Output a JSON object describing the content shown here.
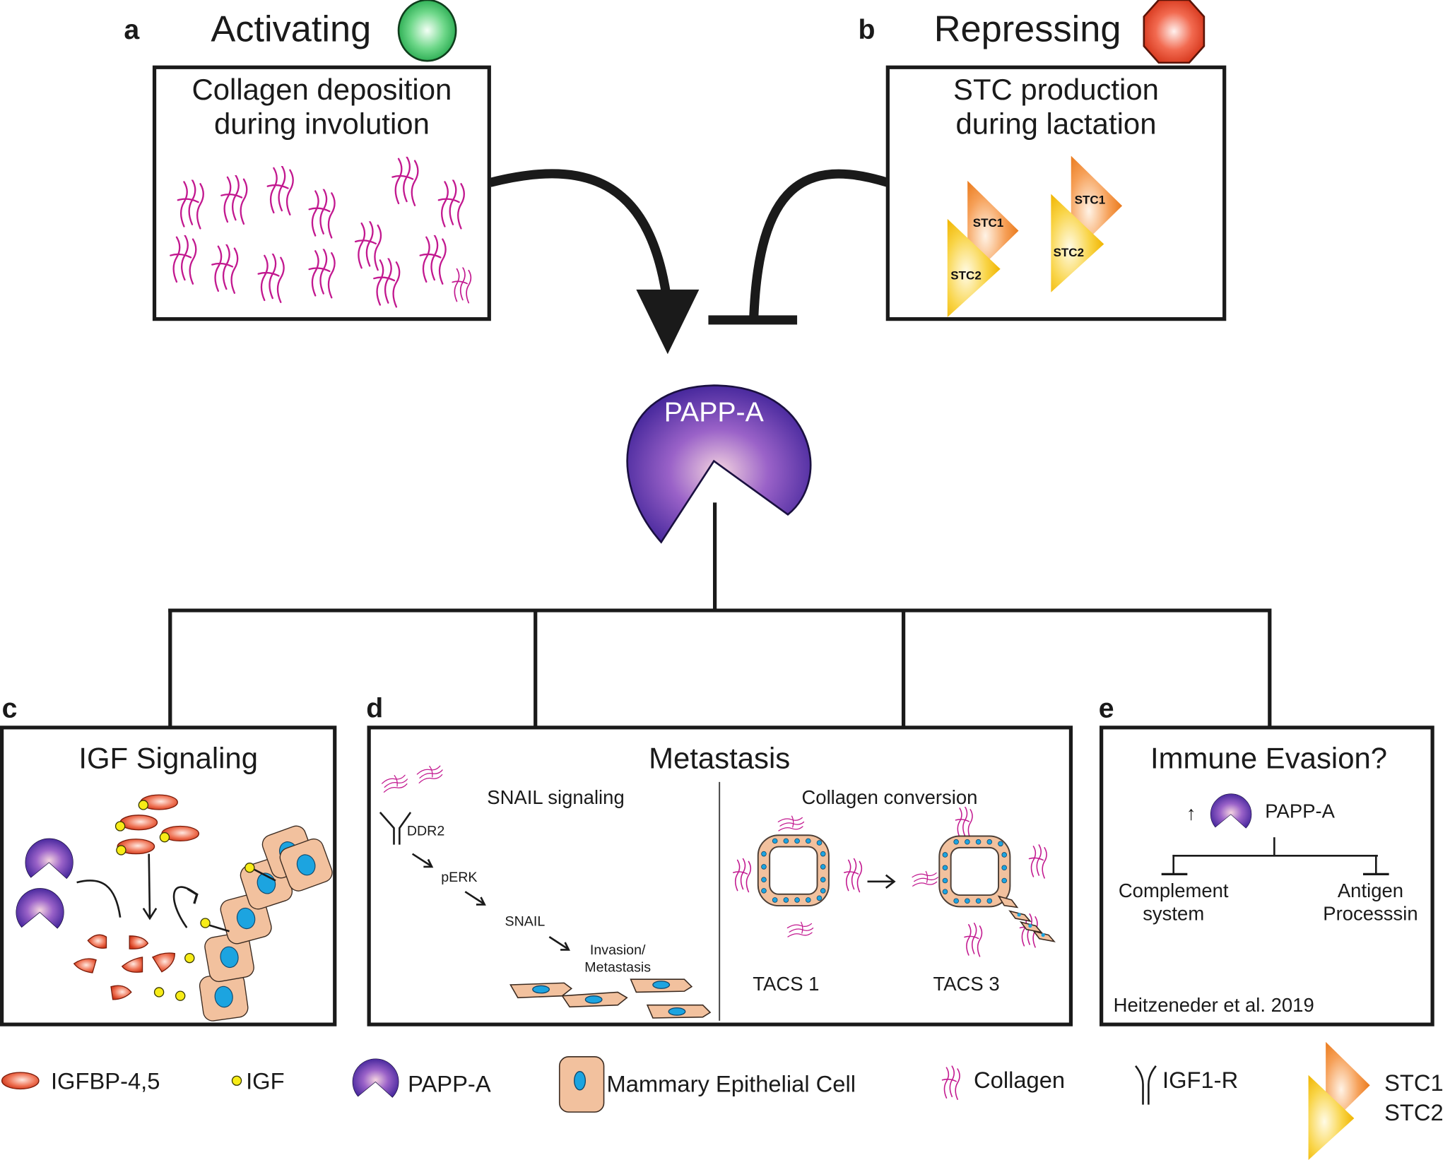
{
  "colors": {
    "activating": "#2fb85a",
    "repressing": "#e2452a",
    "pappa": "#4a2aa0",
    "collagen": "#c2188f",
    "cell": "#f2c19e",
    "nucleus": "#1ca4e0",
    "igf": "#f7ec17",
    "igfbp": "#e8553a",
    "stc1": "#f08a2a",
    "stc2": "#f5c010"
  },
  "panel_a": {
    "letter": "a",
    "heading": "Activating",
    "icon": "green-circle-go-icon",
    "box_title_line1": "Collagen deposition",
    "box_title_line2": "during involution"
  },
  "panel_b": {
    "letter": "b",
    "heading": "Repressing",
    "icon": "red-octagon-stop-icon",
    "box_title_line1": "STC production",
    "box_title_line2": "during lactation",
    "stc_labels": [
      "STC1",
      "STC2",
      "STC1",
      "STC2"
    ]
  },
  "center": {
    "label": "PAPP-A",
    "activating_edge": "arrow",
    "repressing_edge": "inhibition-bar"
  },
  "panel_c": {
    "letter": "c",
    "title": "IGF Signaling"
  },
  "panel_d": {
    "letter": "d",
    "title": "Metastasis",
    "left": {
      "subtitle": "SNAIL signaling",
      "steps": [
        "DDR2",
        "pERK",
        "SNAIL",
        "Invasion/",
        "Metastasis"
      ]
    },
    "right": {
      "subtitle": "Collagen conversion",
      "stage_from": "TACS 1",
      "stage_to": "TACS 3"
    }
  },
  "panel_e": {
    "letter": "e",
    "title": "Immune Evasion?",
    "up_arrow": "↑",
    "pappa_label": "PAPP-A",
    "target_left_line1": "Complement",
    "target_left_line2": "system",
    "target_right_line1": "Antigen",
    "target_right_line2": "Processsin",
    "citation": "Heitzeneder et al. 2019"
  },
  "legend": {
    "items": [
      {
        "icon": "igfbp-ellipse-icon",
        "label": "IGFBP-4,5"
      },
      {
        "icon": "igf-dot-icon",
        "label": "IGF"
      },
      {
        "icon": "pappa-pacman-icon",
        "label": "PAPP-A"
      },
      {
        "icon": "epithelial-cell-icon",
        "label": "Mammary Epithelial Cell"
      },
      {
        "icon": "collagen-fiber-icon",
        "label": "Collagen"
      },
      {
        "icon": "igf1r-receptor-icon",
        "label": "IGF1-R"
      },
      {
        "icon": "stc-triangles-icon",
        "label": "STC1"
      },
      {
        "icon": "stc-triangles-icon",
        "label": "STC2"
      }
    ]
  }
}
